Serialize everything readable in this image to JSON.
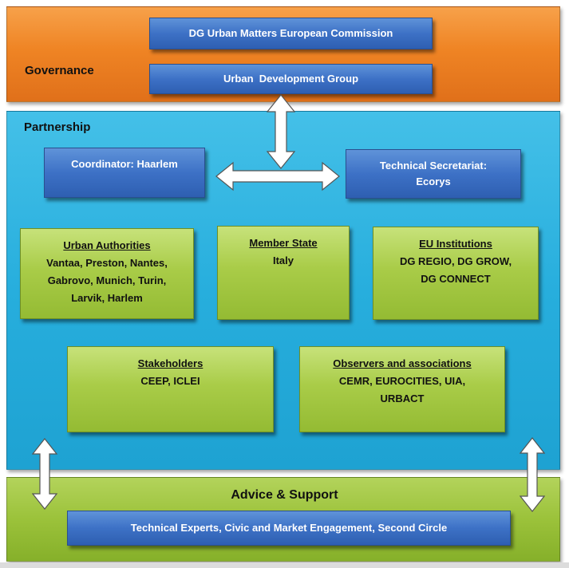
{
  "governance": {
    "label": "Governance",
    "boxes": [
      "DG Urban Matters European Commission",
      "Urban  Development Group"
    ]
  },
  "partnership": {
    "label": "Partnership",
    "coordinator": "Coordinator: Haarlem",
    "secretariat": [
      "Technical Secretariat:",
      "Ecorys"
    ],
    "urban_authorities": {
      "title": "Urban Authorities",
      "lines": [
        "Vantaa, Preston, Nantes,",
        "Gabrovo, Munich, Turin,",
        "Larvik, Harlem"
      ]
    },
    "member_state": {
      "title": "Member State",
      "lines": [
        "Italy"
      ]
    },
    "eu_institutions": {
      "title": "EU Institutions",
      "lines": [
        "DG REGIO, DG GROW,",
        "DG CONNECT"
      ]
    },
    "stakeholders": {
      "title": "Stakeholders",
      "lines": [
        "CEEP, ICLEI"
      ]
    },
    "observers": {
      "title": "Observers and associations",
      "lines": [
        "CEMR, EUROCITIES, UIA,",
        "URBACT"
      ]
    }
  },
  "advice": {
    "label": "Advice & Support",
    "box": "Technical Experts, Civic and Market Engagement, Second Circle"
  },
  "colors": {
    "governance": "#ef8424",
    "partnership": "#27aedd",
    "advice": "#9bc23a",
    "blue_box": "#3d71c6",
    "green_box": "#a9cc48"
  }
}
